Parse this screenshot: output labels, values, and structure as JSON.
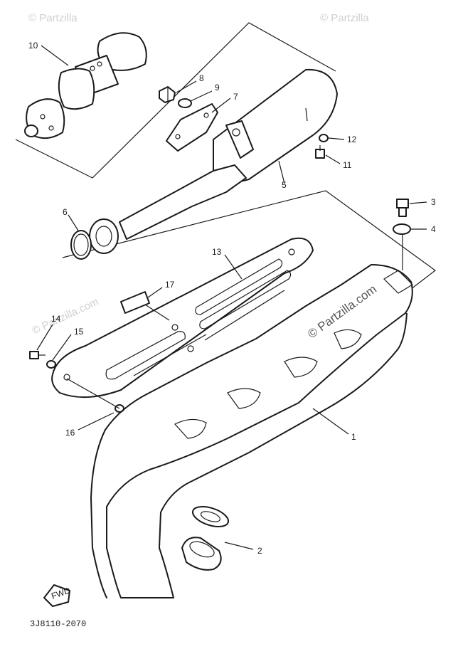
{
  "watermarks": {
    "top_left": "© Partzilla",
    "top_right": "© Partzilla",
    "middle_left": "© Partzilla.com",
    "center": "© Partzilla.com"
  },
  "callouts": {
    "p1": "1",
    "p2": "2",
    "p3": "3",
    "p4": "4",
    "p5": "5",
    "p6": "6",
    "p7": "7",
    "p8": "8",
    "p9": "9",
    "p10": "10",
    "p11": "11",
    "p12": "12",
    "p13": "13",
    "p14": "14",
    "p15": "15",
    "p16": "16",
    "p17": "17"
  },
  "direction_label": "FWD",
  "diagram_code": "3J8110-2070"
}
